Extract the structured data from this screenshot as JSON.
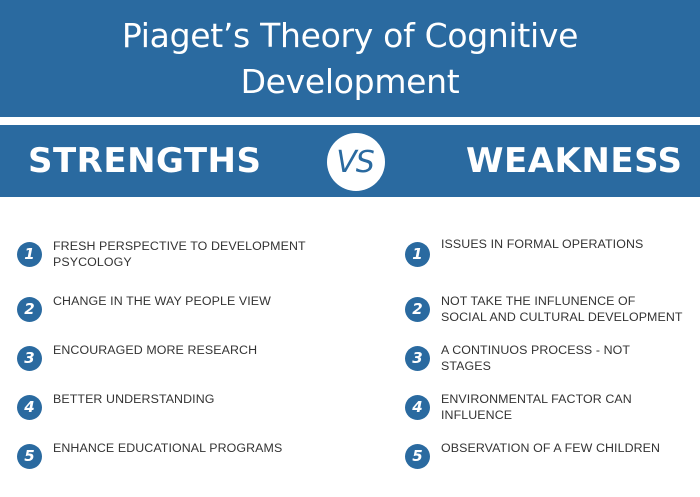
{
  "header": {
    "title_line1": "Piaget’s Theory of Cognitive",
    "title_line2": "Development"
  },
  "comparison": {
    "left_label": "STRENGTHS",
    "vs_label": "VS",
    "right_label": "WEAKNESS"
  },
  "strengths": [
    {
      "number": "1",
      "text_line1": "FRESH PERSPECTIVE TO DEVELOPMENT",
      "text_line2": "PSYCOLOGY"
    },
    {
      "number": "2",
      "text_line1": "CHANGE IN THE WAY PEOPLE VIEW",
      "text_line2": ""
    },
    {
      "number": "3",
      "text_line1": "ENCOURAGED MORE RESEARCH",
      "text_line2": ""
    },
    {
      "number": "4",
      "text_line1": "BETTER UNDERSTANDING",
      "text_line2": ""
    },
    {
      "number": "5",
      "text_line1": "ENHANCE EDUCATIONAL PROGRAMS",
      "text_line2": ""
    }
  ],
  "weaknesses": [
    {
      "number": "1",
      "text_line1": "ISSUES IN FORMAL OPERATIONS",
      "text_line2": ""
    },
    {
      "number": "2",
      "text_line1": "NOT TAKE THE INFLUNENCE OF",
      "text_line2": "SOCIAL AND CULTURAL DEVELOPMENT"
    },
    {
      "number": "3",
      "text_line1": "A CONTINUOS PROCESS - NOT",
      "text_line2": "STAGES"
    },
    {
      "number": "4",
      "text_line1": "ENVIRONMENTAL FACTOR CAN",
      "text_line2": "INFLUENCE"
    },
    {
      "number": "5",
      "text_line1": "OBSERVATION OF A FEW CHILDREN",
      "text_line2": ""
    }
  ],
  "colors": {
    "primary_blue": "#2a6aa0",
    "text_dark": "#333333",
    "background": "#ffffff"
  }
}
